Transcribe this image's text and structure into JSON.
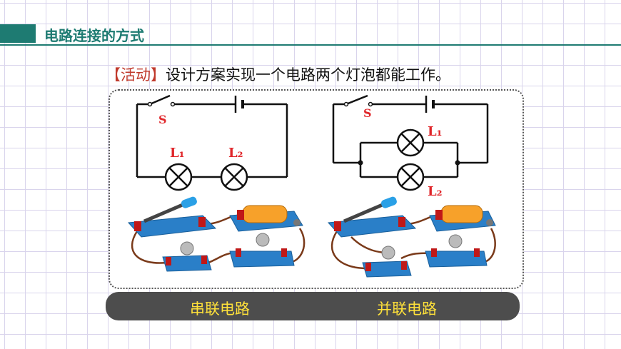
{
  "header": {
    "title": "电路连接的方式"
  },
  "activity": {
    "tag": "【活动】",
    "text": "设计方案实现一个电路两个灯泡都能工作。"
  },
  "series_diagram": {
    "switch_label": "S",
    "lamp1_label": "L₁",
    "lamp2_label": "L₂"
  },
  "parallel_diagram": {
    "switch_label": "S",
    "lamp1_label": "L₁",
    "lamp2_label": "L₂"
  },
  "labels": {
    "series": "串联电路",
    "parallel": "并联电路"
  },
  "colors": {
    "accent": "#1e7b72",
    "red_label": "#e0262a",
    "caption": "#ffe13a",
    "apparatus_base": "#2a7fc8"
  }
}
